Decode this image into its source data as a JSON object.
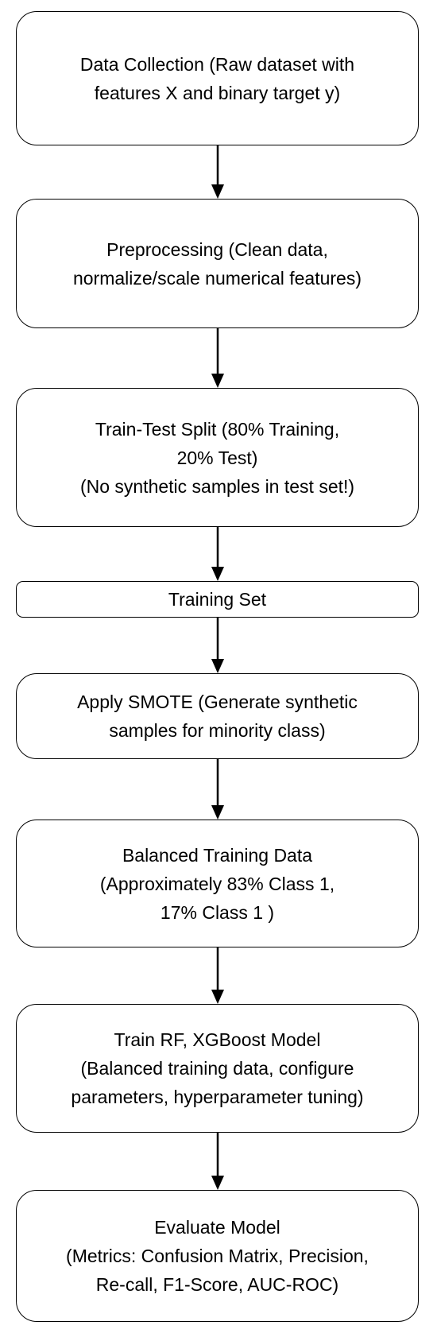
{
  "flowchart": {
    "steps": [
      {
        "id": "data-collection",
        "lines": [
          "Data Collection (Raw dataset with",
          "features X and binary target y)"
        ]
      },
      {
        "id": "preprocessing",
        "lines": [
          "Preprocessing (Clean data,",
          "normalize/scale numerical features)"
        ]
      },
      {
        "id": "train-test-split",
        "lines": [
          "Train-Test Split (80% Training,",
          "20% Test)",
          "(No synthetic samples in test set!)"
        ]
      },
      {
        "id": "training-set",
        "lines": [
          "Training Set"
        ]
      },
      {
        "id": "apply-smote",
        "lines": [
          "Apply SMOTE (Generate synthetic",
          "samples for minority class)"
        ]
      },
      {
        "id": "balanced-training-data",
        "lines": [
          "Balanced Training Data",
          "(Approximately 83% Class 1,",
          "17% Class 1 )"
        ]
      },
      {
        "id": "train-model",
        "lines": [
          "Train RF, XGBoost Model",
          "(Balanced training data, configure",
          "parameters, hyperparameter tuning)"
        ]
      },
      {
        "id": "evaluate-model",
        "lines": [
          "Evaluate Model",
          "(Metrics: Confusion Matrix, Precision,",
          "Re-call, F1-Score, AUC-ROC)"
        ]
      }
    ],
    "colors": {
      "border": "#000000",
      "arrow": "#000000",
      "background": "#ffffff",
      "text": "#000000"
    }
  }
}
